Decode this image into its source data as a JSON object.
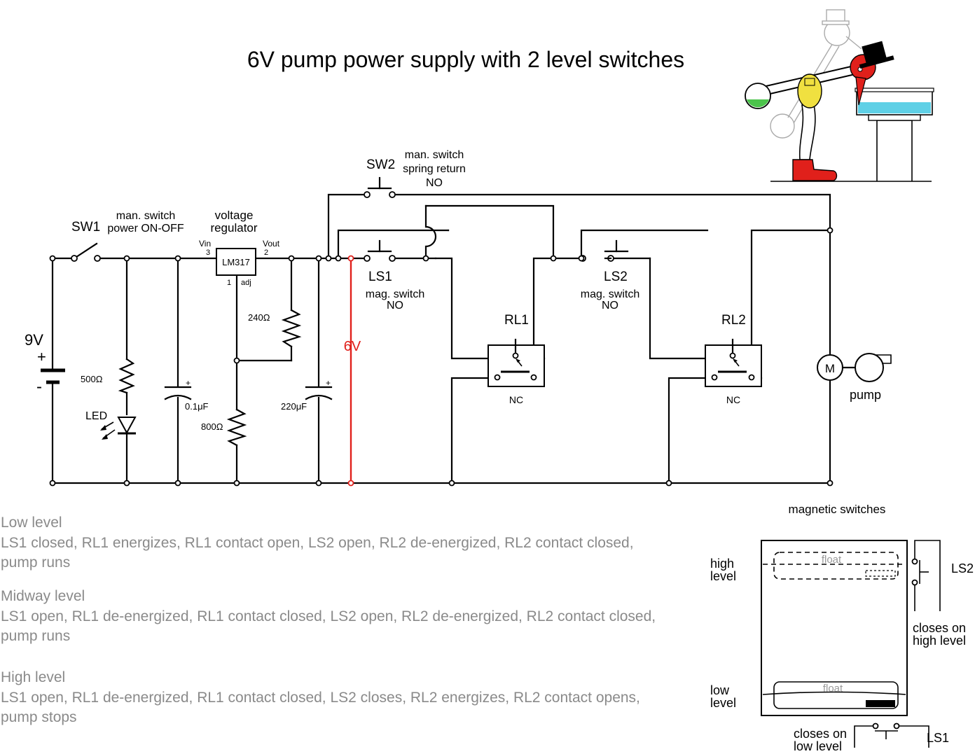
{
  "title": "6V pump power supply with 2 level switches",
  "labels": {
    "sw1": "SW1",
    "sw1_desc1": "man. switch",
    "sw1_desc2": "power ON-OFF",
    "regulator1": "voltage",
    "regulator2": "regulator",
    "vin": "Vin",
    "vin_pin": "3",
    "vout": "Vout",
    "vout_pin": "2",
    "lm317": "LM317",
    "adj_pin": "1",
    "adj": "adj",
    "battery": "9V",
    "plus": "+",
    "minus": "-",
    "r500": "500Ω",
    "led": "LED",
    "c01": "0.1μF",
    "r240": "240Ω",
    "r800": "800Ω",
    "c220": "220μF",
    "v6": "6V",
    "sw2": "SW2",
    "sw2_desc1": "man. switch",
    "sw2_desc2": "spring return",
    "sw2_desc3": "NO",
    "ls1": "LS1",
    "ls1_desc1": "mag. switch",
    "ls1_desc2": "NO",
    "ls2": "LS2",
    "ls2_desc1": "mag. switch",
    "ls2_desc2": "NO",
    "rl1": "RL1",
    "rl1_nc": "NC",
    "rl2": "RL2",
    "rl2_nc": "NC",
    "motor": "M",
    "pump": "pump"
  },
  "tank": {
    "title": "magnetic switches",
    "high1": "high",
    "high2": "level",
    "low1": "low",
    "low2": "level",
    "float_high": "float",
    "float_low": "float",
    "ls2": "LS2",
    "ls2_close1": "closes on",
    "ls2_close2": "high level",
    "ls1": "LS1",
    "ls1_close1": "closes on",
    "ls1_close2": "low level"
  },
  "notes": [
    {
      "heading": "Low level",
      "text": "LS1 closed, RL1 energizes, RL1 contact open, LS2 open, RL2 de-energized, RL2 contact closed, pump runs"
    },
    {
      "heading": "Midway level",
      "text": "LS1 open, RL1 de-energized, RL1 contact closed, LS2 open, RL2 de-energized, RL2 contact closed, pump runs"
    },
    {
      "heading": "High level",
      "text": "LS1 open, RL1 de-energized, RL1 contact closed, LS2 closes, RL2 energizes, RL2 contact opens, pump stops"
    }
  ],
  "colors": {
    "six_volt_rail": "#e0201b",
    "water": "#5fd0e6",
    "liquid": "#4cc44c",
    "bird_body": "#f0e040",
    "bird_head": "#e0201b",
    "boot": "#e0201b"
  }
}
